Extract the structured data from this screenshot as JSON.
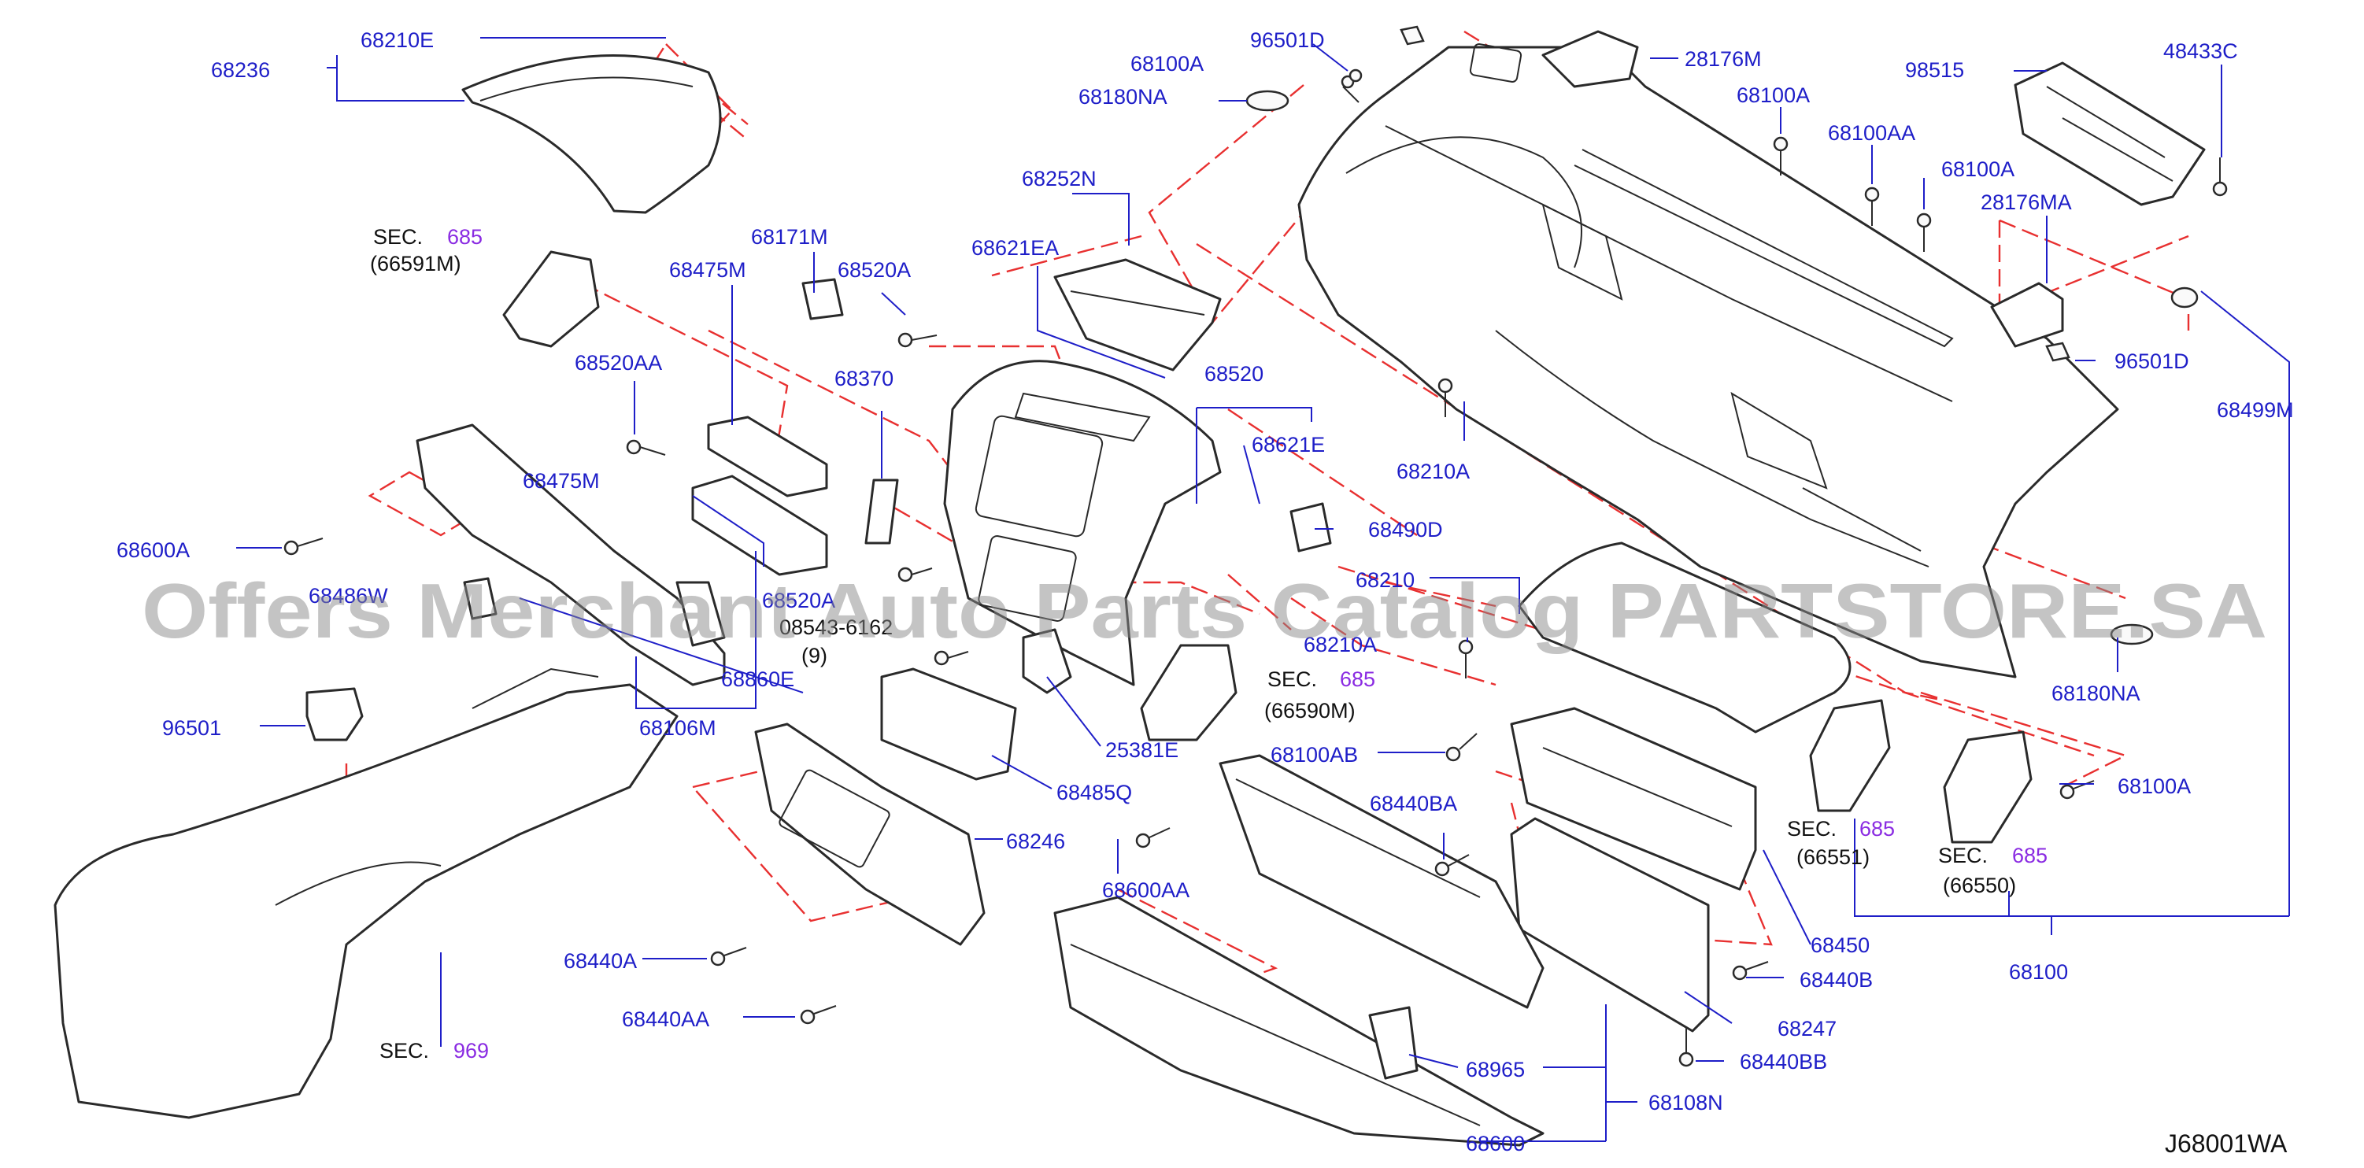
{
  "diagram": {
    "labels": {
      "l_68210E_top": "68210E",
      "l_68236": "68236",
      "l_96501D_top": "96501D",
      "l_68100A_top": "68100A",
      "l_68180NA_top": "68180NA",
      "l_28176M": "28176M",
      "l_98515": "98515",
      "l_48433C": "48433C",
      "l_68100A_mid": "68100A",
      "l_68100AA_top": "68100AA",
      "l_68100A_right": "68100A",
      "l_28176MA": "28176MA",
      "l_96501D_right": "96501D",
      "l_68499M": "68499M",
      "l_68252N": "68252N",
      "l_68621EA": "68621EA",
      "l_68171M": "68171M",
      "l_68475M_top": "68475M",
      "l_68520A": "68520A",
      "l_68370": "68370",
      "l_68520AA": "68520AA",
      "l_68520": "68520",
      "l_68621E": "68621E",
      "l_68210A_mid": "68210A",
      "l_68475M": "68475M",
      "l_68600A": "68600A",
      "l_68490D": "68490D",
      "l_68210": "68210",
      "l_68210A_low": "68210A",
      "l_68180NA_right": "68180NA",
      "l_68486W": "68486W",
      "l_68520A_partial": "68520A",
      "l_08543": "08543-6162",
      "l_qty9": "(9)",
      "l_68860E": "68860E",
      "l_68106M": "68106M",
      "l_96501": "96501",
      "l_25381E": "25381E",
      "l_68100AB": "68100AB",
      "l_68485Q": "68485Q",
      "l_68440BA": "68440BA",
      "l_68100A_low": "68100A",
      "l_68246": "68246",
      "l_68600AA": "68600AA",
      "l_68440A": "68440A",
      "l_68450": "68450",
      "l_68100": "68100",
      "l_68440B": "68440B",
      "l_68440AA": "68440AA",
      "l_68247": "68247",
      "l_68440BB": "68440BB",
      "l_68965": "68965",
      "l_68108N": "68108N",
      "l_68600": "68600"
    },
    "sections": {
      "sec_word": "SEC.",
      "s_685_a": "685",
      "s_66591M": "(66591M)",
      "s_685_b": "685",
      "s_66590M": "(66590M)",
      "s_685_c": "685",
      "s_66551": "(66551)",
      "s_685_d": "685",
      "s_66550": "(66550)",
      "s_969": "969"
    },
    "drawing_code": "J68001WA",
    "watermark": "Offers Merchant Auto Parts Catalog PARTSTORE.SA",
    "colors": {
      "part_number": "#1e1ec8",
      "section_number": "#8a2be2",
      "dashed_line": "#e83030",
      "outline": "#2a2a2a",
      "watermark": "#8a8a8a"
    }
  }
}
